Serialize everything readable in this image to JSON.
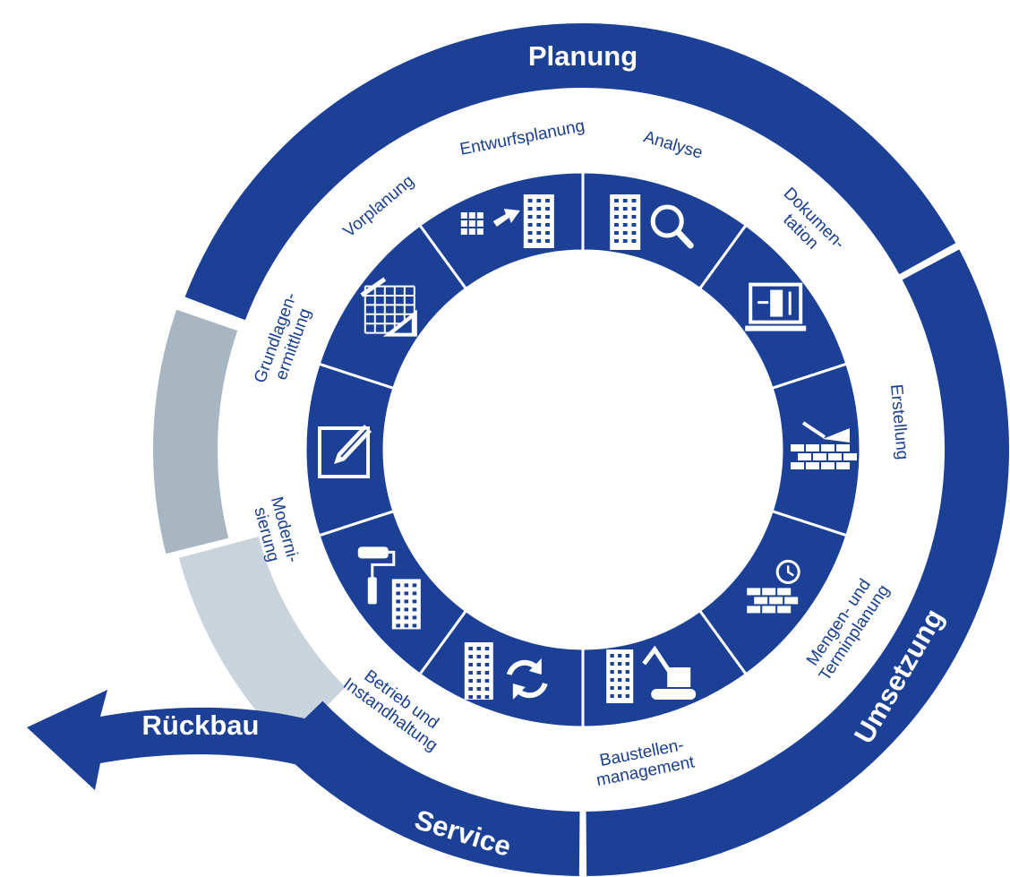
{
  "colors": {
    "primary": "#1b4096",
    "grey_dark": "#a7b6c1",
    "grey_light": "#c8d3dc",
    "white": "#ffffff",
    "label": "#1a3f8f"
  },
  "phases": {
    "planung": "Planung",
    "umsetzung": "Umsetzung",
    "service": "Service",
    "rueckbau": "Rückbau"
  },
  "steps": [
    {
      "id": "analyse",
      "lines": [
        "Analyse"
      ],
      "icon": "building-magnifier-icon"
    },
    {
      "id": "dokumentation",
      "lines": [
        "Dokumen-",
        "tation"
      ],
      "icon": "monitor-building-icon"
    },
    {
      "id": "erstellung",
      "lines": [
        "Erstellung"
      ],
      "icon": "bricks-trowel-icon"
    },
    {
      "id": "mengen",
      "lines": [
        "Mengen- und",
        "Terminplanung"
      ],
      "icon": "bricks-clock-icon"
    },
    {
      "id": "baustellen",
      "lines": [
        "Baustellen-",
        "management"
      ],
      "icon": "building-excavator-icon"
    },
    {
      "id": "betrieb",
      "lines": [
        "Betrieb und",
        "Instandhaltung"
      ],
      "icon": "building-refresh-icon"
    },
    {
      "id": "modernisierung",
      "lines": [
        "Moderni-",
        "sierung"
      ],
      "icon": "paint-roller-building-icon"
    },
    {
      "id": "grundlagen",
      "lines": [
        "Grundlagen-",
        "ermittlung"
      ],
      "icon": "pencil-edit-icon"
    },
    {
      "id": "vorplanung",
      "lines": [
        "Vorplanung"
      ],
      "icon": "grid-ruler-icon"
    },
    {
      "id": "entwurf",
      "lines": [
        "Entwurfsplanung"
      ],
      "icon": "grid-arrow-building-icon"
    }
  ]
}
